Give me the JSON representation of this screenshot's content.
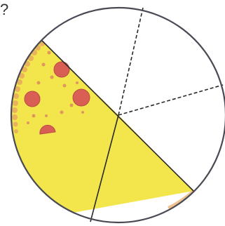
{
  "prompt": {
    "text": "?"
  },
  "pizza": {
    "pieces_total": 5,
    "pieces_remaining": 2,
    "pieces_eaten": 3,
    "colors": {
      "outline": "#4a4a55",
      "cheese": "#f2e64c",
      "crust": "#e8a860",
      "sauce_dots": "#d0566a",
      "pepperoni": "#d95f55",
      "pepperoni_edge": "#b84a45",
      "empty": "#ffffff"
    },
    "icon": "pizza-fraction-icon"
  }
}
